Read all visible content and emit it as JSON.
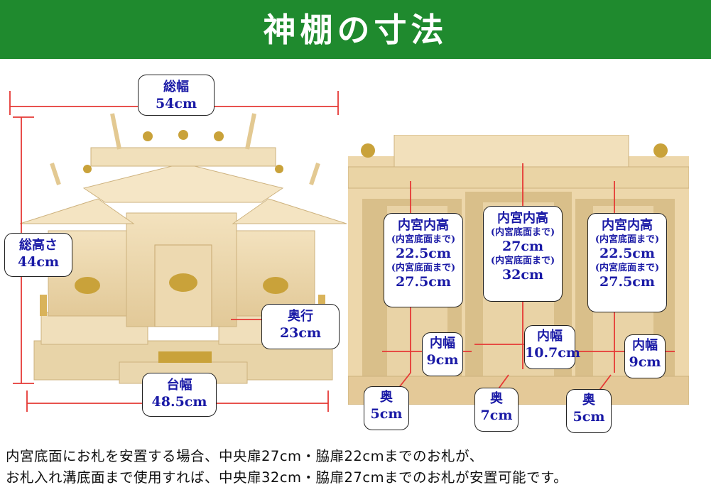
{
  "header": {
    "title": "神棚の寸法"
  },
  "left_labels": {
    "total_width": {
      "name": "総幅",
      "value": "54cm"
    },
    "total_height": {
      "name": "総高さ",
      "value": "44cm"
    },
    "depth": {
      "name": "奥行",
      "value": "23cm"
    },
    "base_width": {
      "name": "台幅",
      "value": "48.5cm"
    }
  },
  "right_labels": {
    "left_inner": {
      "title": "内宮内高",
      "note1": "(内宮底面まで)",
      "value1": "22.5cm",
      "note2": "(内宮底面まで)",
      "value2": "27.5cm"
    },
    "center_inner": {
      "title": "内宮内高",
      "note1": "(内宮底面まで)",
      "value1": "27cm",
      "note2": "(内宮底面まで)",
      "value2": "32cm"
    },
    "right_inner": {
      "title": "内宮内高",
      "note1": "(内宮底面まで)",
      "value1": "22.5cm",
      "note2": "(内宮底面まで)",
      "value2": "27.5cm"
    },
    "left_width": {
      "name": "内幅",
      "value": "9cm"
    },
    "center_width": {
      "name": "内幅",
      "value": "10.7cm"
    },
    "right_width": {
      "name": "内幅",
      "value": "9cm"
    },
    "left_depth": {
      "name": "奥",
      "value": "5cm"
    },
    "center_depth": {
      "name": "奥",
      "value": "7cm"
    },
    "right_depth": {
      "name": "奥",
      "value": "5cm"
    }
  },
  "footer": {
    "line1": "内宮底面にお札を安置する場合、中央扉27cm・脇扉22cmまでのお札が、",
    "line2": "お札入れ溝底面まで使用すれば、中央扉32cm・脇扉27cmまでのお札が安置可能です。"
  },
  "colors": {
    "banner": "#1f8a2e",
    "label_text": "#1a1aa6",
    "dimension_line": "#e53935",
    "wood": "#ecd7ad"
  }
}
